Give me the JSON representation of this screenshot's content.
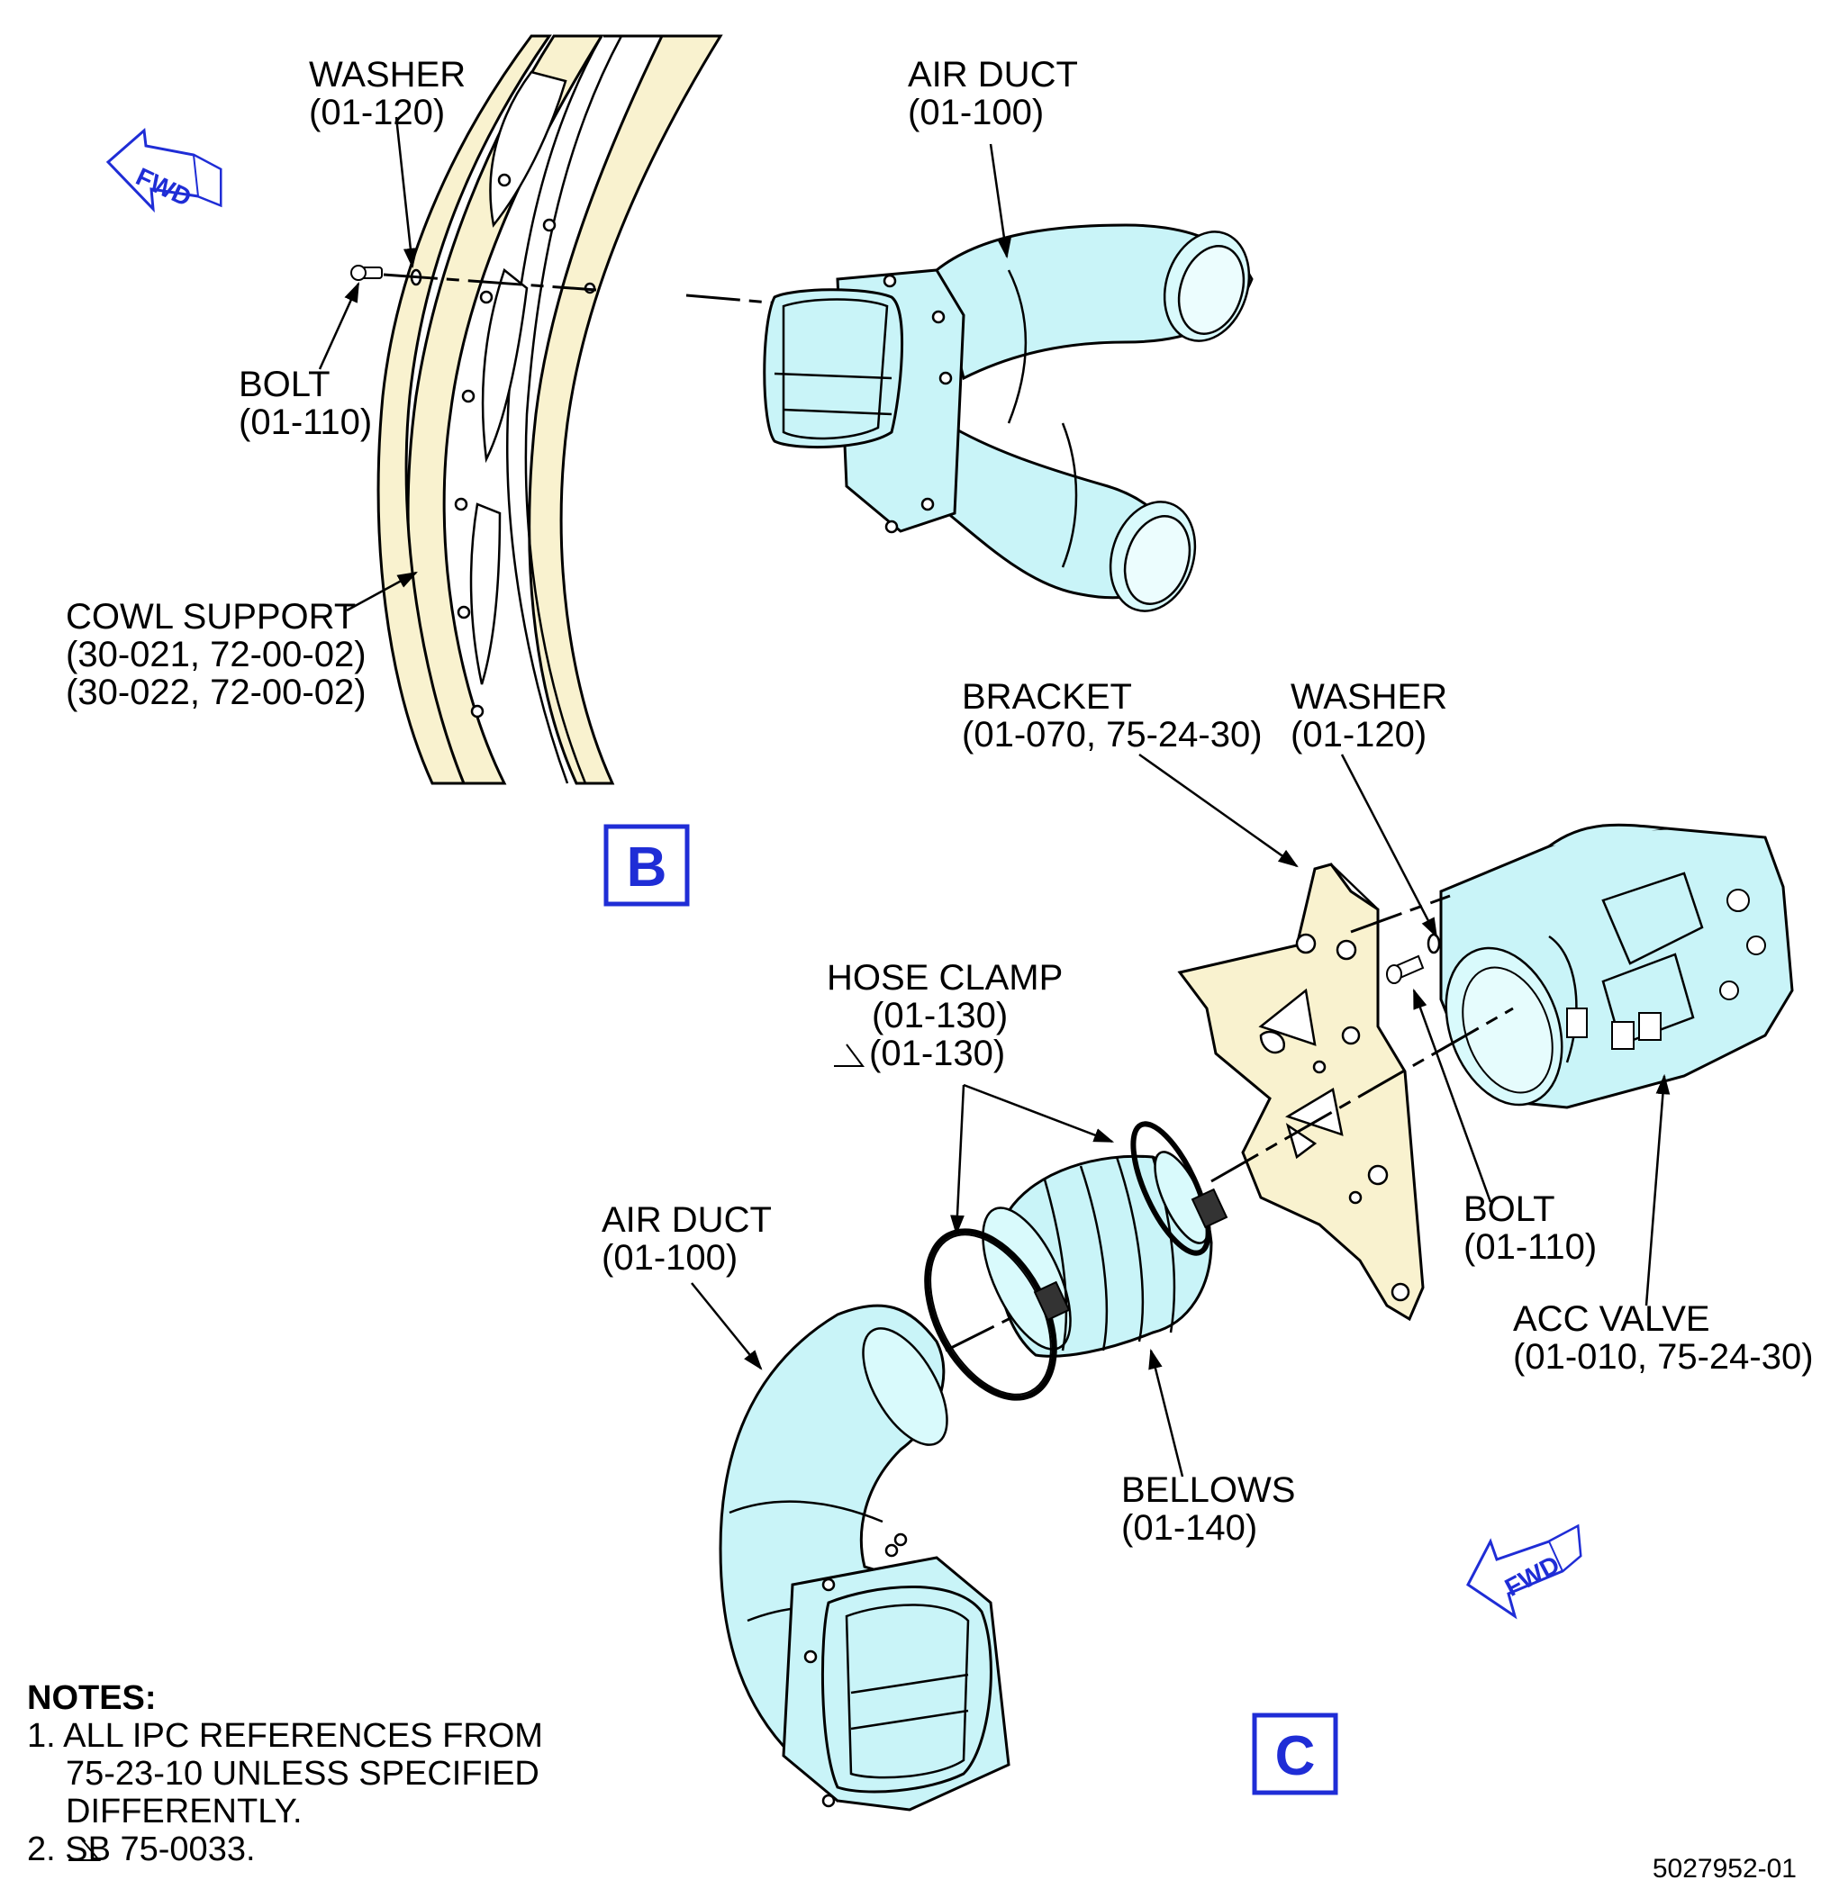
{
  "views": {
    "b": {
      "letter": "B"
    },
    "c": {
      "letter": "C"
    }
  },
  "fwd_indicator": "FWD",
  "labels": {
    "b_washer": {
      "name": "WASHER",
      "ref": "(01-120)"
    },
    "b_air_duct": {
      "name": "AIR DUCT",
      "ref": "(01-100)"
    },
    "b_bolt": {
      "name": "BOLT",
      "ref": "(01-110)"
    },
    "b_cowl_support": {
      "name": "COWL SUPPORT",
      "ref1": "(30-021, 72-00-02)",
      "ref2": "(30-022, 72-00-02)"
    },
    "c_bracket": {
      "name": "BRACKET",
      "ref": "(01-070, 75-24-30)"
    },
    "c_washer": {
      "name": "WASHER",
      "ref": "(01-120)"
    },
    "c_hose_clamp": {
      "name": "HOSE CLAMP",
      "ref1": "(01-130)",
      "ref2": "(01-130)"
    },
    "c_air_duct": {
      "name": "AIR DUCT",
      "ref": "(01-100)"
    },
    "c_bolt": {
      "name": "BOLT",
      "ref": "(01-110)"
    },
    "c_acc_valve": {
      "name": "ACC VALVE",
      "ref": "(01-010, 75-24-30)"
    },
    "c_bellows": {
      "name": "BELLOWS",
      "ref": "(01-140)"
    }
  },
  "notes": {
    "heading": "NOTES:",
    "n1_line1": "1. ALL IPC REFERENCES FROM",
    "n1_line2": "75-23-10 UNLESS SPECIFIED",
    "n1_line3": "DIFFERENTLY.",
    "n2": "2.      SB 75-0033."
  },
  "drawing_number": "5027952-01",
  "colors": {
    "part_cyan": "#c9f4f8",
    "part_tan": "#f9f2cf",
    "view_blue": "#1f2dd6"
  }
}
